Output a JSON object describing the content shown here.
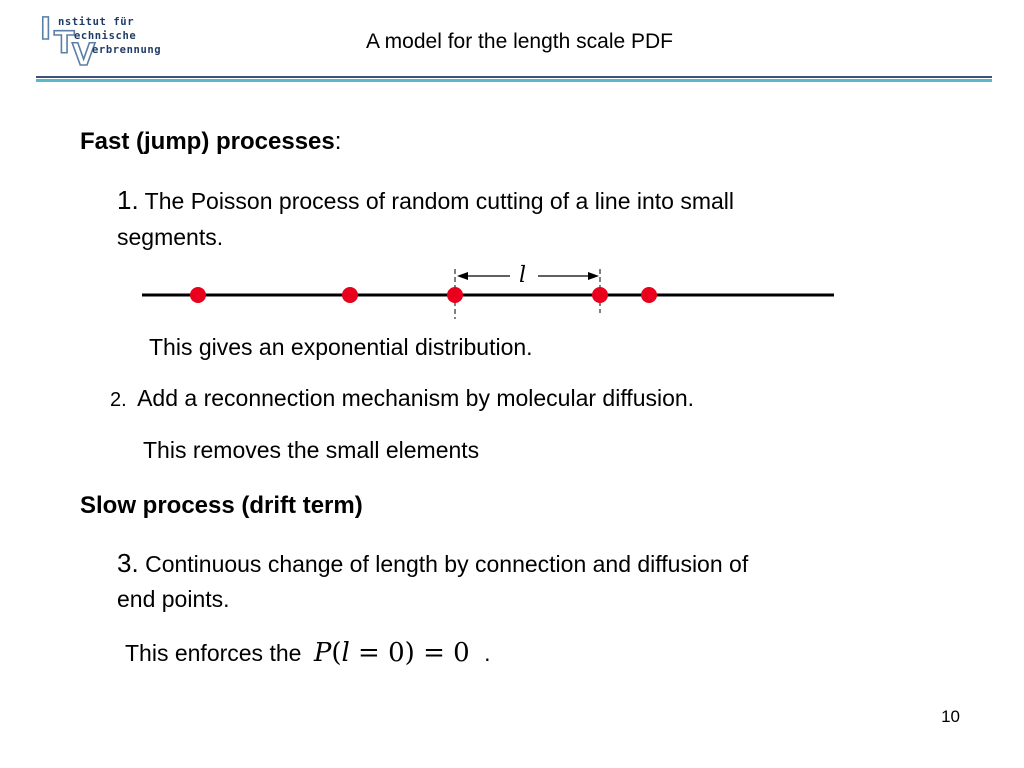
{
  "header": {
    "logo": {
      "big_letters": [
        "I",
        "T",
        "V"
      ],
      "lines": [
        "nstitut für",
        "echnische",
        "erbrennung"
      ]
    },
    "title": "A model for the length scale PDF",
    "colors": {
      "logo_blue": "#5a7fa8",
      "rule_dark": "#3b5378",
      "rule_cyan": "#5bb8c8"
    }
  },
  "content": {
    "fast_heading": "Fast (jump) processes",
    "fast_colon": ":",
    "item1": {
      "number": "1.",
      "line1": "The Poisson process of random cutting of a line into  small",
      "line2": "segments."
    },
    "diagram": {
      "length_label": "l",
      "colors": {
        "point": "#e8001c",
        "line": "#000000"
      }
    },
    "note1": "This gives an exponential distribution.",
    "item2": {
      "number": "2.",
      "text": "Add a reconnection mechanism by molecular diffusion."
    },
    "note2": "This removes the small elements",
    "slow_heading": "Slow process (drift term)",
    "item3": {
      "number": "3.",
      "line1": "Continuous change of length by connection and diffusion  of",
      "line2": "end points."
    },
    "note3": {
      "prefix": "This enforces the",
      "formula": {
        "P": "P",
        "open": "(",
        "var": "l",
        "eq": " = ",
        "zero": "0",
        "close": ")",
        "eq2": " = ",
        "zero2": "0"
      },
      "suffix": "."
    }
  },
  "footer": {
    "page_number": "10"
  }
}
